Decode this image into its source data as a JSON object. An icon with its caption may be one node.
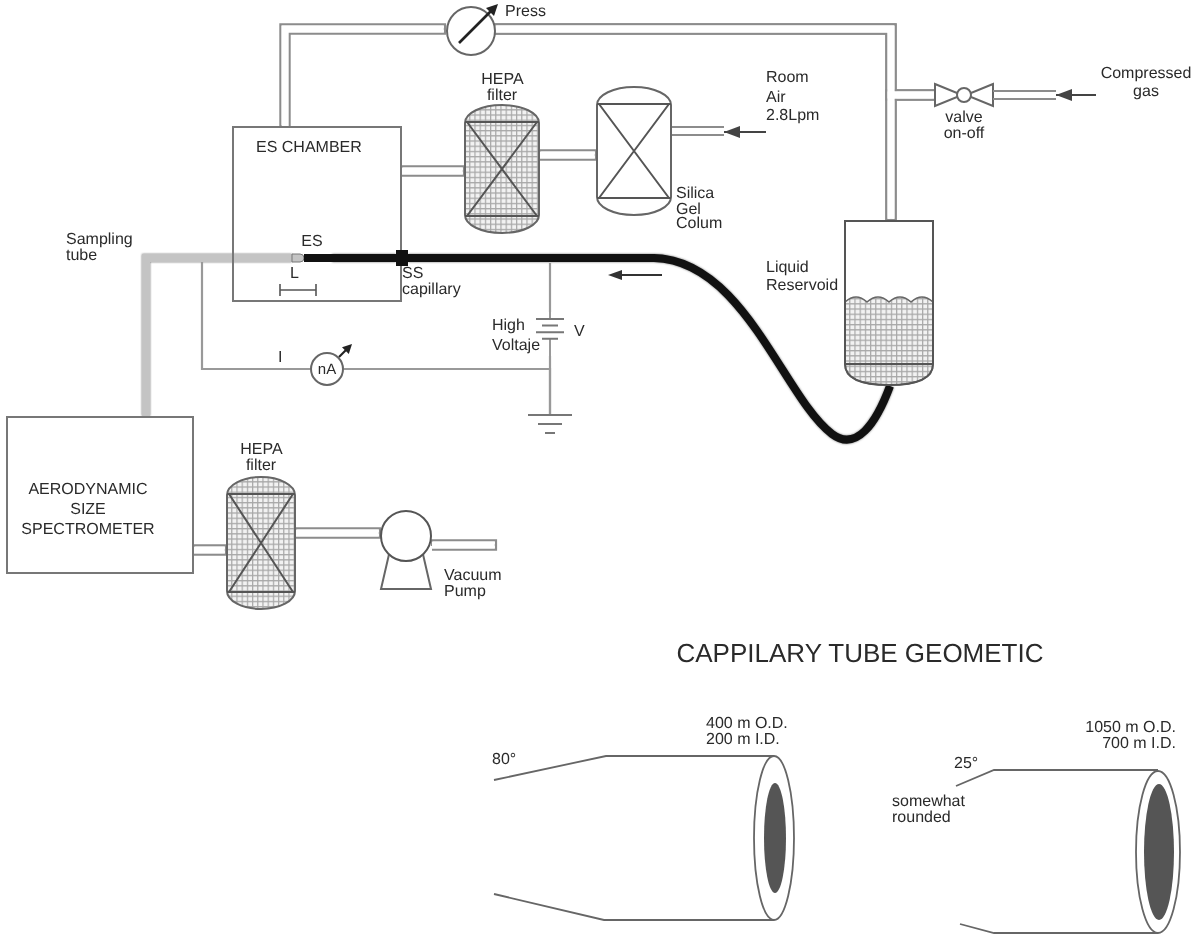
{
  "diagram": {
    "nodes": [
      {
        "text": [
          "Press"
        ]
      },
      {
        "text": [
          "HEPA filter"
        ]
      },
      {
        "text": [
          "Room Air 2.8Lpm"
        ]
      },
      {
        "text": [
          "Compressed gas"
        ]
      },
      {
        "text": [
          "valve on-off"
        ]
      },
      {
        "text": [
          "ES CHAMBER"
        ]
      },
      {
        "text": [
          "ES"
        ],
        "in": 5
      },
      {
        "text": [
          "Silica Gel Colum"
        ]
      },
      {
        "text": [
          "SS capillary"
        ]
      },
      {
        "text": [
          "Liquid Reservoid"
        ]
      },
      {
        "text": [
          "High Voltaje",
          "V"
        ]
      },
      {
        "text": [
          "nA"
        ]
      },
      {
        "text": [],
        "shape": "ground"
      },
      {
        "text": [
          "AERODYNAMIC SIZE SPECTROMETER"
        ]
      },
      {
        "text": [
          "HEPA filter"
        ]
      },
      {
        "text": [
          "Vacuum Pump"
        ]
      }
    ],
    "edges": [
      {
        "from": 5,
        "to": 0,
        "arrow": "none"
      },
      {
        "from": 0,
        "to": 9,
        "arrow": "none"
      },
      {
        "from": 4,
        "to": 9,
        "arrow": "none"
      },
      {
        "from": 3,
        "to": 4,
        "arrow": "to",
        "color": "#444444"
      },
      {
        "from": 5,
        "to": 1,
        "arrow": "none"
      },
      {
        "from": 1,
        "to": 7,
        "arrow": "none"
      },
      {
        "from": 2,
        "to": 7,
        "arrow": "to",
        "color": "#444444"
      },
      {
        "from": 9,
        "to": 8,
        "arrow": "none",
        "style": "thick",
        "color": "#111111"
      },
      {
        "from": 8,
        "to": 6,
        "arrow": "none",
        "style": "thick",
        "color": "#111111"
      },
      {
        "from": 13,
        "to": 6,
        "arrow": "none",
        "style": "thick",
        "color": "#c4c4c4",
        "label": "Sampling tube"
      },
      {
        "from": 11,
        "to": null,
        "arrow": "none",
        "color": "#999999"
      },
      {
        "from": 11,
        "to": 12,
        "arrow": "none",
        "color": "#999999"
      },
      {
        "from": 10,
        "to": 12,
        "arrow": "none",
        "color": "#999999"
      },
      {
        "from": 10,
        "to": null,
        "arrow": "none",
        "color": "#999999"
      },
      {
        "from": 13,
        "to": 14,
        "arrow": "none"
      },
      {
        "from": 14,
        "to": 15,
        "arrow": "none"
      },
      {
        "from": 15,
        "to": null,
        "arrow": "none"
      },
      {
        "from": 4,
        "to": 0,
        "arrow": "none"
      }
    ],
    "labels": [
      "L",
      "I",
      "CAPPILARY TUBE GEOMETIC",
      "400 m O.D.",
      "200 m I.D.",
      "80°",
      "1050 m O.D.",
      "700 m I.D.",
      "25°",
      "somewhat rounded"
    ]
  }
}
